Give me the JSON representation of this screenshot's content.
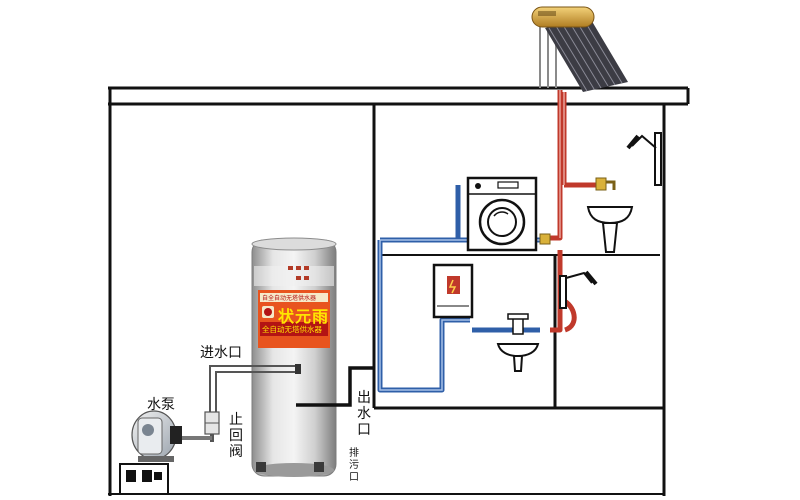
{
  "labels": {
    "water_inlet": "进水口",
    "water_pump": "水泵",
    "check_valve": "止回阀",
    "water_outlet": "出水口",
    "drain_outlet": "排污口"
  },
  "tank": {
    "top_banner": "自全自动无塔供水器",
    "brand": "状元雨",
    "subtitle": "全自动无塔供水器"
  },
  "colors": {
    "hot_pipe": "#c0392b",
    "cold_pipe": "#2f5fa8",
    "wall": "#111111",
    "tank_steel": "#c9c9c9",
    "tank_label_bg": "#e8541e",
    "tank_label_text": "#ffe500"
  },
  "icons": [
    "solar-water-heater-icon",
    "washing-machine-icon",
    "shower-head-icon",
    "basin-icon",
    "faucet-icon",
    "electric-water-heater-icon",
    "water-pump-icon",
    "check-valve-icon"
  ]
}
